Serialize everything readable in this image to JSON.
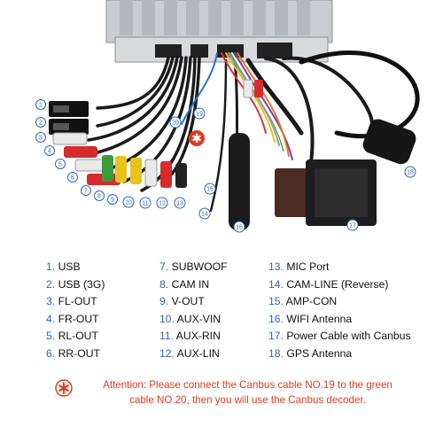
{
  "legend": {
    "items": [
      {
        "num": "1.",
        "label": "USB"
      },
      {
        "num": "2.",
        "label": "USB (3G)"
      },
      {
        "num": "3.",
        "label": "FL-OUT"
      },
      {
        "num": "4.",
        "label": "FR-OUT"
      },
      {
        "num": "5.",
        "label": "RL-OUT"
      },
      {
        "num": "6.",
        "label": "RR-OUT"
      },
      {
        "num": "7.",
        "label": "SUBWOOF"
      },
      {
        "num": "8.",
        "label": "CAM IN"
      },
      {
        "num": "9.",
        "label": "V-OUT"
      },
      {
        "num": "10.",
        "label": "AUX-VIN"
      },
      {
        "num": "11.",
        "label": "AUX-RIN"
      },
      {
        "num": "12.",
        "label": "AUX-LIN"
      },
      {
        "num": "13.",
        "label": "MIC Port"
      },
      {
        "num": "14.",
        "label": "CAM-LINE (Reverse)"
      },
      {
        "num": "15.",
        "label": "AMP-CON"
      },
      {
        "num": "16.",
        "label": "WIFI Antenna"
      },
      {
        "num": "17.",
        "label": "Power Cable with Canbus"
      },
      {
        "num": "18.",
        "label": "GPS Antenna"
      }
    ]
  },
  "callouts": [
    "1",
    "2",
    "3",
    "4",
    "5",
    "6",
    "7",
    "8",
    "9",
    "10",
    "11",
    "12",
    "13",
    "14",
    "15",
    "16",
    "17",
    "18",
    "19",
    "20"
  ],
  "attention": {
    "line1": "Attention: Please connect the Canbus cable NO.19 to the green",
    "line2": "cable NO.20, then you will use the Canbus decoder."
  },
  "colors": {
    "callout": "#2f66b3",
    "attention": "#e23a1c",
    "head_unit": "#c9ccd0"
  }
}
